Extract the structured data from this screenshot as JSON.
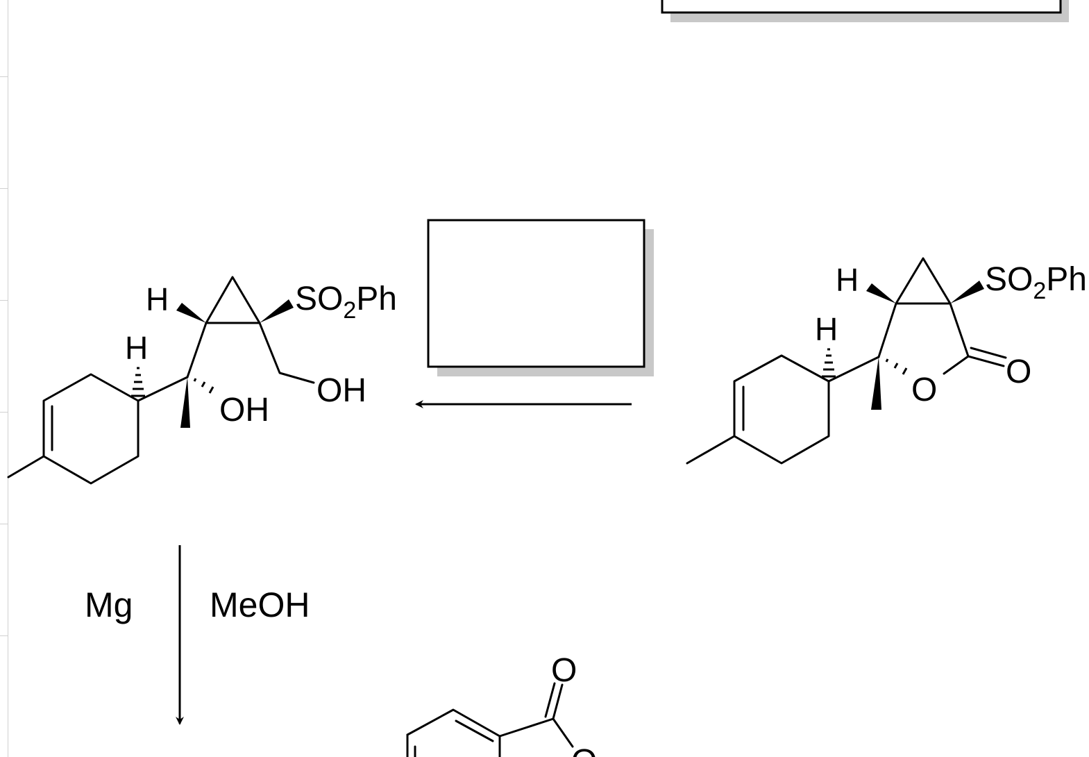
{
  "labels": {
    "h": "H",
    "so2": "SO",
    "so2_sub": "2",
    "ph": "Ph",
    "oh": "OH",
    "o": "O",
    "so2ph_cut": "Ph"
  },
  "reagents": {
    "left": "Mg",
    "right": "MeOH"
  },
  "colors": {
    "line": "#000000",
    "shadow": "#c8c8c8",
    "ruler": "#d0d0d0"
  }
}
